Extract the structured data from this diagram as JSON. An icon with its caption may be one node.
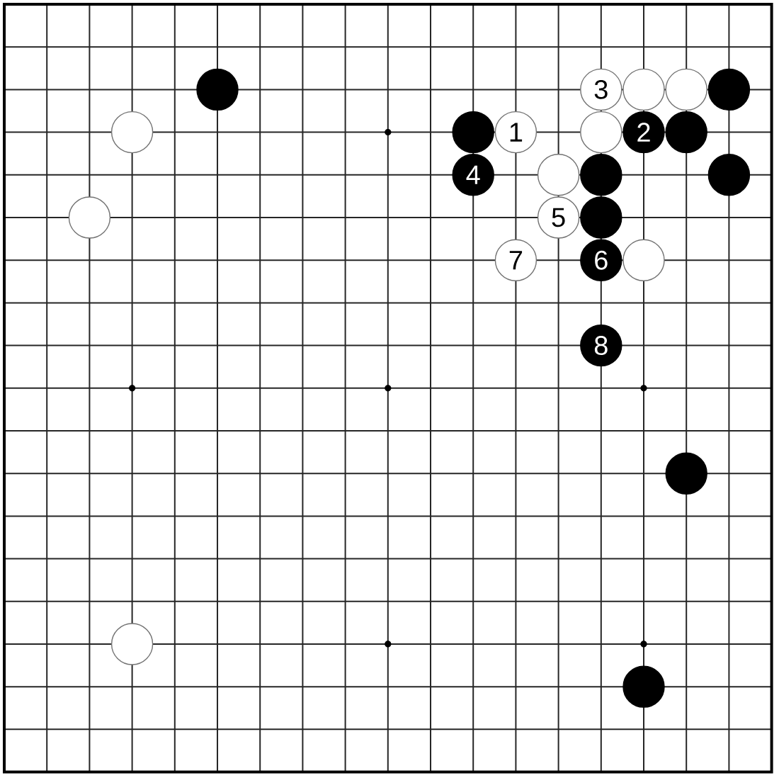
{
  "diagram": {
    "nodes": [
      {
        "text": [],
        "shape": "circle"
      },
      {
        "text": [
          "3"
        ]
      },
      {
        "text": [],
        "shape": "circle"
      },
      {
        "text": [],
        "shape": "circle"
      },
      {
        "text": [],
        "shape": "circle"
      },
      {
        "text": [],
        "shape": "circle"
      },
      {
        "text": [],
        "shape": "circle"
      },
      {
        "text": [
          "1"
        ]
      },
      {
        "text": [],
        "shape": "circle"
      },
      {
        "text": [
          "2"
        ]
      },
      {
        "text": [],
        "shape": "circle"
      },
      {
        "text": [
          "4"
        ]
      },
      {
        "text": [],
        "shape": "circle"
      },
      {
        "text": [],
        "shape": "circle"
      },
      {
        "text": [],
        "shape": "circle"
      },
      {
        "text": [],
        "shape": "circle"
      },
      {
        "text": [
          "5"
        ]
      },
      {
        "text": [],
        "shape": "circle"
      },
      {
        "text": [
          "7"
        ]
      },
      {
        "text": [
          "6"
        ]
      },
      {
        "text": [],
        "shape": "circle"
      },
      {
        "text": [
          "8"
        ]
      },
      {
        "text": [],
        "shape": "circle"
      },
      {
        "text": [],
        "shape": "circle"
      },
      {
        "text": [],
        "shape": "circle"
      }
    ]
  }
}
